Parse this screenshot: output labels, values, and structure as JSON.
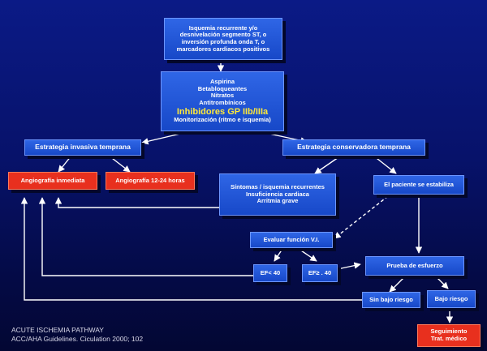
{
  "boxes": {
    "top": {
      "line1": "Isquemia recurrente y/o",
      "line2": "desnivelación segmento ST, o",
      "line3": "inversión profunda onda T, o",
      "line4": "marcadores cardiacos positivos"
    },
    "treatment": {
      "line1": "Aspirina",
      "line2": "Betabloqueantes",
      "line3": "Nitratos",
      "line4": "Antitrombínicos",
      "highlight": "Inhibidores GP IIb/IIIa",
      "line5": "Monitorización (ritmo e isquemia)"
    },
    "invasive": "Estrategia invasiva temprana",
    "conservative": "Estrategia conservadora temprana",
    "immediate_angio": "Angiografía inmediata",
    "angio_12_24": "Angiografía 12-24 horas",
    "symptoms": {
      "line1": "Síntomas / isquemia recurrentes",
      "line2": "Insuficiencia cardiaca",
      "line3": "Arritmia grave"
    },
    "stabilized": "El paciente se estabiliza",
    "evaluate_vi": "Evaluar función V.I.",
    "ef_lt_40": "EF< 40",
    "ef_ge_40": "EF≥ . 40",
    "stress_test": "Prueba de esfuerzo",
    "not_low_risk": "Sin bajo riesgo",
    "low_risk": "Bajo riesgo",
    "followup": {
      "line1": "Seguimiento",
      "line2": "Trat. médico"
    }
  },
  "footer": {
    "line1": "ACUTE ISCHEMIA PATHWAY",
    "line2": "ACC/AHA Guidelines. Ciculation 2000; 102"
  },
  "colors": {
    "background": "#07126a",
    "box_blue": "#1f55d8",
    "box_red": "#e8301e",
    "highlight_text": "#ffe83a",
    "arrow": "#ffffff"
  }
}
